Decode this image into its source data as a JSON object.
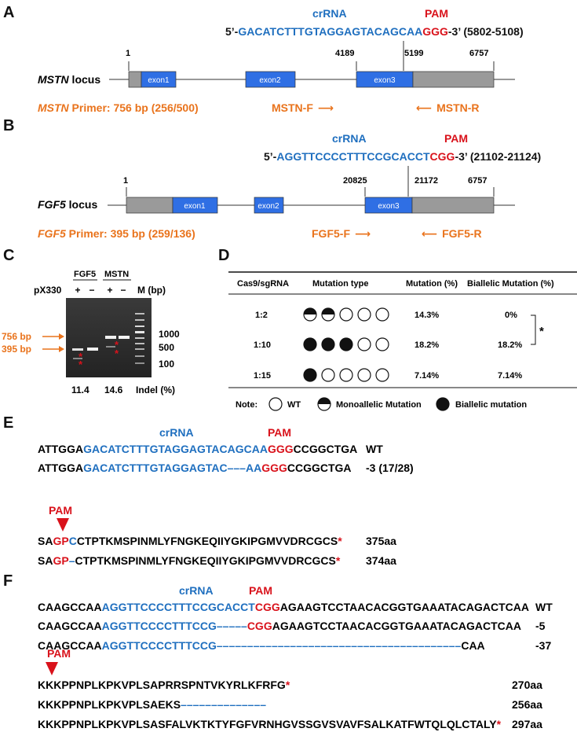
{
  "panels": {
    "A": "A",
    "B": "B",
    "C": "C",
    "D": "D",
    "E": "E",
    "F": "F"
  },
  "a": {
    "crrna": "crRNA",
    "pam": "PAM",
    "seq_5": "5’-",
    "seq_target": "GACATCTTTGTAGGAGTACAGCAA",
    "seq_pam": "GGG",
    "seq_3": "-3’ (5802-5108)",
    "pos": [
      "1",
      "4189",
      "5199",
      "6757"
    ],
    "locus_gene": "MSTN",
    "locus_word": " locus",
    "exons": [
      "exon1",
      "exon2",
      "exon3"
    ],
    "primer_gene": "MSTN",
    "primer_text": " Primer: 756 bp (256/500)",
    "fwd": "MSTN-F",
    "rev": "MSTN-R",
    "arrow_r": "⟶",
    "arrow_l": "⟵"
  },
  "b": {
    "crrna": "crRNA",
    "pam": "PAM",
    "seq_5": "5’-",
    "seq_target": "AGGTTCCCCTTTCCGCACCT",
    "seq_pam": "CGG",
    "seq_3": "-3’ (21102-21124)",
    "pos": [
      "1",
      "20825",
      "21172",
      "6757"
    ],
    "locus_gene": "FGF5",
    "locus_word": " locus",
    "exons": [
      "exon1",
      "exon2",
      "exon3"
    ],
    "primer_gene": "FGF5",
    "primer_text": " Primer: 395 bp (259/136)",
    "fwd": "FGF5-F",
    "rev": "FGF5-R",
    "arrow_r": "⟶",
    "arrow_l": "⟵"
  },
  "c": {
    "genes": [
      "FGF5",
      "MSTN"
    ],
    "m_label": "M (bp)",
    "px330": "pX330",
    "signs": [
      "+",
      "−",
      "+",
      "−"
    ],
    "left_labels": [
      "756 bp",
      "395 bp"
    ],
    "ladder": [
      "1000",
      "500",
      "100"
    ],
    "indel_values": [
      "11.4",
      "14.6"
    ],
    "indel_label": "Indel (%)",
    "star": "*"
  },
  "d": {
    "headers": [
      "Cas9/sgRNA",
      "Mutation type",
      "Mutation (%)",
      "Biallelic Mutation (%)"
    ],
    "rows": [
      {
        "ratio": "1:2",
        "circles": [
          "half",
          "half",
          "empty",
          "empty",
          "empty"
        ],
        "mutation": "14.3%",
        "biallelic": "0%"
      },
      {
        "ratio": "1:10",
        "circles": [
          "full",
          "full",
          "full",
          "empty",
          "empty"
        ],
        "mutation": "18.2%",
        "biallelic": "18.2%"
      },
      {
        "ratio": "1:15",
        "circles": [
          "full",
          "empty",
          "empty",
          "empty",
          "empty"
        ],
        "mutation": "7.14%",
        "biallelic": "7.14%"
      }
    ],
    "sig": "*",
    "note": "Note:",
    "wt": "WT",
    "mono": "Monoallelic Mutation",
    "bi": "Biallelic mutation"
  },
  "e": {
    "crrna": "crRNA",
    "pam": "PAM",
    "wt": {
      "a": "ATTGGA",
      "b": "GACATCTTTGTAGGAGTACAGCAA",
      "c": "GGG",
      "d": "CCGGCTGA",
      "label": "WT"
    },
    "mut": {
      "a": "ATTGGA",
      "b": "GACATCTTTGTAGGAGTAC",
      "gap": "–––",
      "b2": "AA",
      "c": "GGG",
      "d": "CCGGCTGA",
      "label": "-3 (17/28)"
    },
    "pam2": "PAM",
    "prot1": {
      "a": "SA",
      "b": "GP",
      "c": "C",
      "d": "CTPTKMSPINMLYFNGKEQIIYGKIPGMVVDRCGCS",
      "e": "*",
      "label": "375aa"
    },
    "prot2": {
      "a": "SA",
      "b": "GP",
      "c": "–",
      "d": "CTPTKMSPINMLYFNGKEQIIYGKIPGMVVDRCGCS",
      "e": "*",
      "label": "374aa"
    }
  },
  "f": {
    "crrna": "crRNA",
    "pam": "PAM",
    "wt": {
      "a": "CAAGCCAA",
      "b": "AGGTTCCCCTTTCCGCACCT",
      "c": "CGG",
      "d": "AGAAGTCCTAACACGGTGAAATACAGACTCAA",
      "label": "WT"
    },
    "m5": {
      "a": "CAAGCCAA",
      "b": "AGGTTCCCCTTTCCG",
      "gap": "–––––",
      "c": "CGG",
      "d": "AGAAGTCCTAACACGGTGAAATACAGACTCAA",
      "label": "-5"
    },
    "m37": {
      "a": "CAAGCCAA",
      "b": "AGGTTCCCCTTTCCG",
      "gap": "––––––––––––––––––––––––––––––––––––––––",
      "d": "CAA",
      "label": "-37"
    },
    "pam2": "PAM",
    "p1": {
      "a": "KKKPPNPLKPKVPLSAPRRSPNTVKYRLKFRFG",
      "e": "*",
      "label": "270aa"
    },
    "p2": {
      "a": "KKKPPNPLKPKVPLSAEKS",
      "gap": "––––––––––––––",
      "label": "256aa"
    },
    "p3": {
      "a": "KKKPPNPLKPKVPLSASFALVKTKTYFGFVRNHGVSSGVSVAVFSALKATFWTQLQLCTALY",
      "e": "*",
      "label": "297aa"
    }
  },
  "colors": {
    "exon": "#2f6fe4",
    "utr": "#9a9a9a",
    "blue": "#1f6fbf",
    "red": "#d9121b",
    "orange": "#e9731c"
  }
}
